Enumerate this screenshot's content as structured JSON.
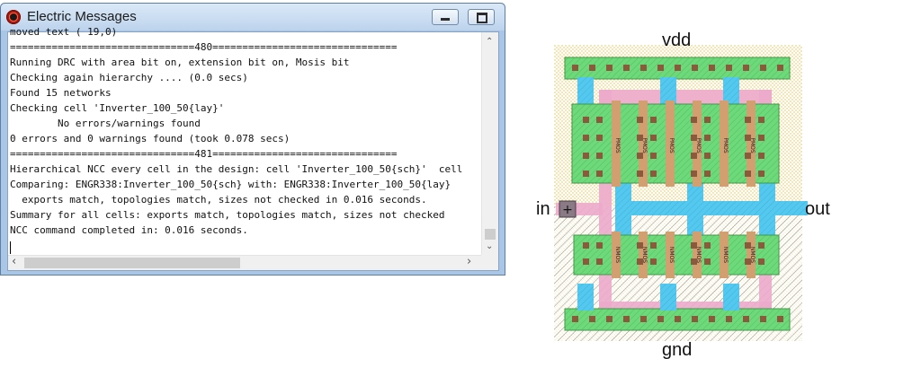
{
  "window": {
    "title": "Electric Messages",
    "buttons": {
      "minimize_icon": "minimize-icon",
      "maximize_icon": "maximize-icon"
    }
  },
  "messages": [
    "moved text ( 19,0)",
    "===============================480===============================",
    "Running DRC with area bit on, extension bit on, Mosis bit",
    "Checking again hierarchy .... (0.0 secs)",
    "Found 15 networks",
    "Checking cell 'Inverter_100_50{lay}'",
    "        No errors/warnings found",
    "0 errors and 0 warnings found (took 0.078 secs)",
    "===============================481===============================",
    "Hierarchical NCC every cell in the design: cell 'Inverter_100_50{sch}'  cell",
    "Comparing: ENGR338:Inverter_100_50{sch} with: ENGR338:Inverter_100_50{lay}",
    "  exports match, topologies match, sizes not checked in 0.016 seconds.",
    "Summary for all cells: exports match, topologies match, sizes not checked",
    "NCC command completed in: 0.016 seconds."
  ],
  "scrollbars": {
    "up_arrow": "chevron-up-icon",
    "down_arrow": "chevron-down-icon",
    "left_arrow": "chevron-left-icon",
    "right_arrow": "chevron-right-icon"
  },
  "layout_view": {
    "vdd_label": "vdd",
    "gnd_label": "gnd",
    "in_label": "in",
    "out_label": "out",
    "pmos_label": "PMOS",
    "nmos_label": "NMOS",
    "colors": {
      "well_pink": "#ecaacb",
      "metal_blue": "#54c8ef",
      "active_green": "#6ed97a",
      "poly_orange": "#d2a070",
      "contact_dark": "#8b5a3c",
      "hatch_black": "#333333",
      "select_yellow": "#f2d66a"
    }
  }
}
